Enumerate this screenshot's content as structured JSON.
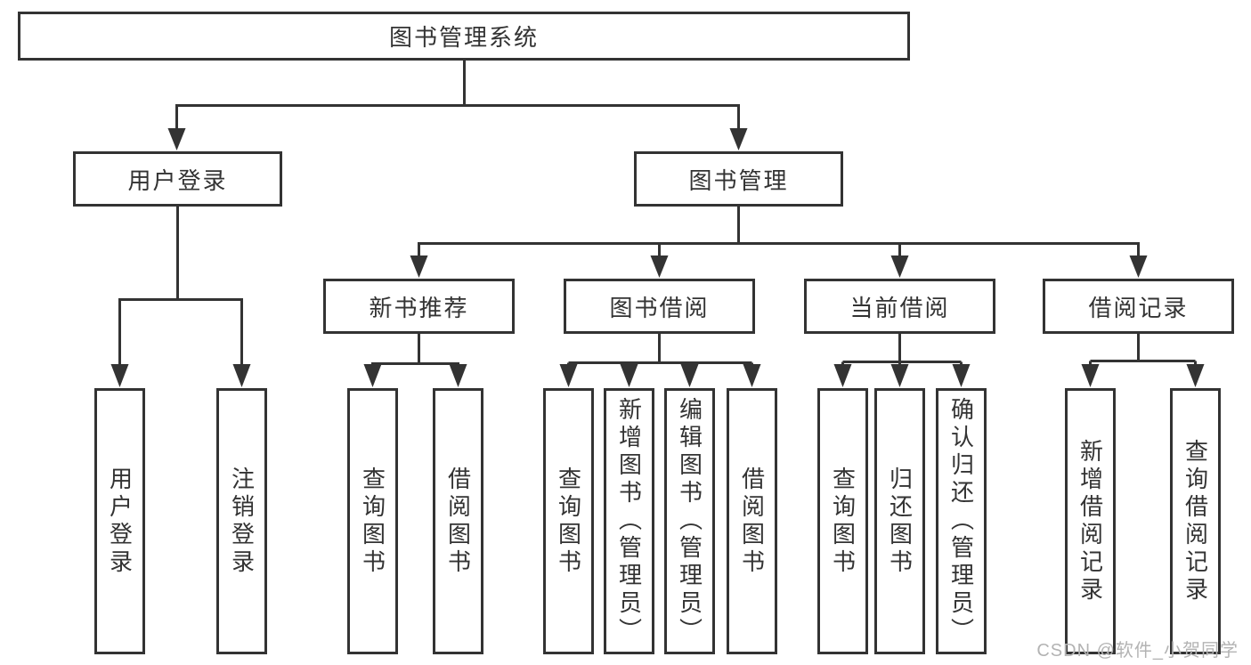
{
  "diagram": {
    "type": "hierarchy-tree",
    "watermark": "CSDN @软件_小贺同学",
    "colors": {
      "line": "#333333",
      "text": "#333333",
      "background": "#ffffff",
      "watermark": "#b3b3b3"
    },
    "tree": {
      "label": "图书管理系统",
      "children": [
        {
          "label": "用户登录",
          "children": [
            {
              "label": "用户登录"
            },
            {
              "label": "注销登录"
            }
          ]
        },
        {
          "label": "图书管理",
          "children": [
            {
              "label": "新书推荐",
              "children": [
                {
                  "label": "查询图书"
                },
                {
                  "label": "借阅图书"
                }
              ]
            },
            {
              "label": "图书借阅",
              "children": [
                {
                  "label": "查询图书"
                },
                {
                  "label": "新增图书（管理员）"
                },
                {
                  "label": "编辑图书（管理员）"
                },
                {
                  "label": "借阅图书"
                }
              ]
            },
            {
              "label": "当前借阅",
              "children": [
                {
                  "label": "查询图书"
                },
                {
                  "label": "归还图书"
                },
                {
                  "label": "确认归还（管理员）"
                }
              ]
            },
            {
              "label": "借阅记录",
              "children": [
                {
                  "label": "新增借阅记录"
                },
                {
                  "label": "查询借阅记录"
                }
              ]
            }
          ]
        }
      ]
    }
  }
}
